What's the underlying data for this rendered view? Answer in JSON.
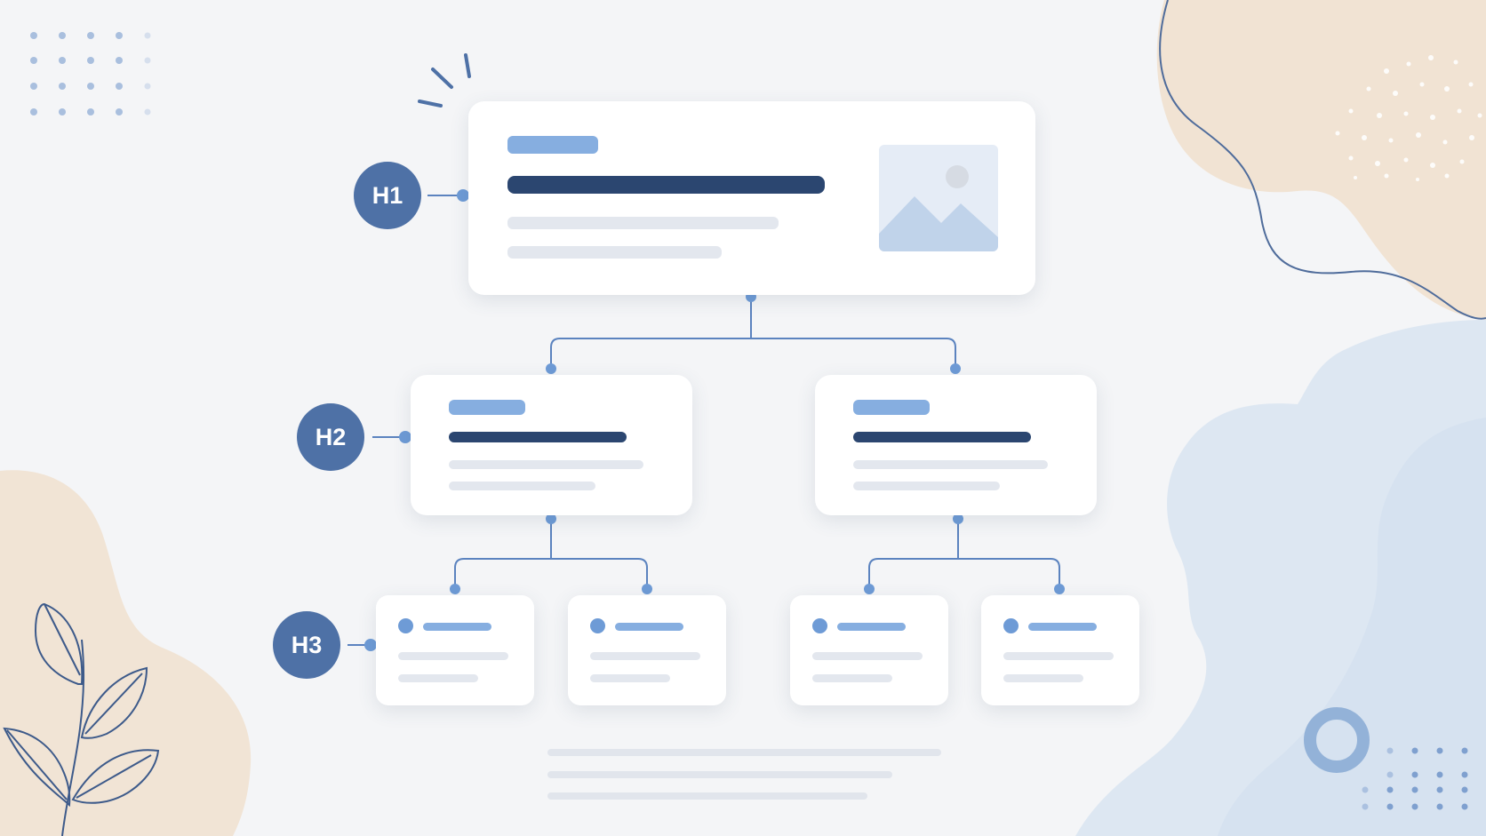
{
  "levels": {
    "h1": "H1",
    "h2": "H2",
    "h3": "H3"
  },
  "colors": {
    "background": "#f4f5f7",
    "badge": "#4e71a6",
    "connector": "#5b83bf",
    "accent_bar": "#86aee0",
    "dark_bar": "#2b4670",
    "light_bar": "#e3e7ee",
    "peach_blob": "#f0e2d2",
    "blue_blob": "#dbe6f2"
  },
  "icons": {
    "image_placeholder": "image-placeholder-icon",
    "leaf_branch": "leaf-branch-icon",
    "ring": "ring-icon",
    "sparkle": "sparkle-icon"
  }
}
